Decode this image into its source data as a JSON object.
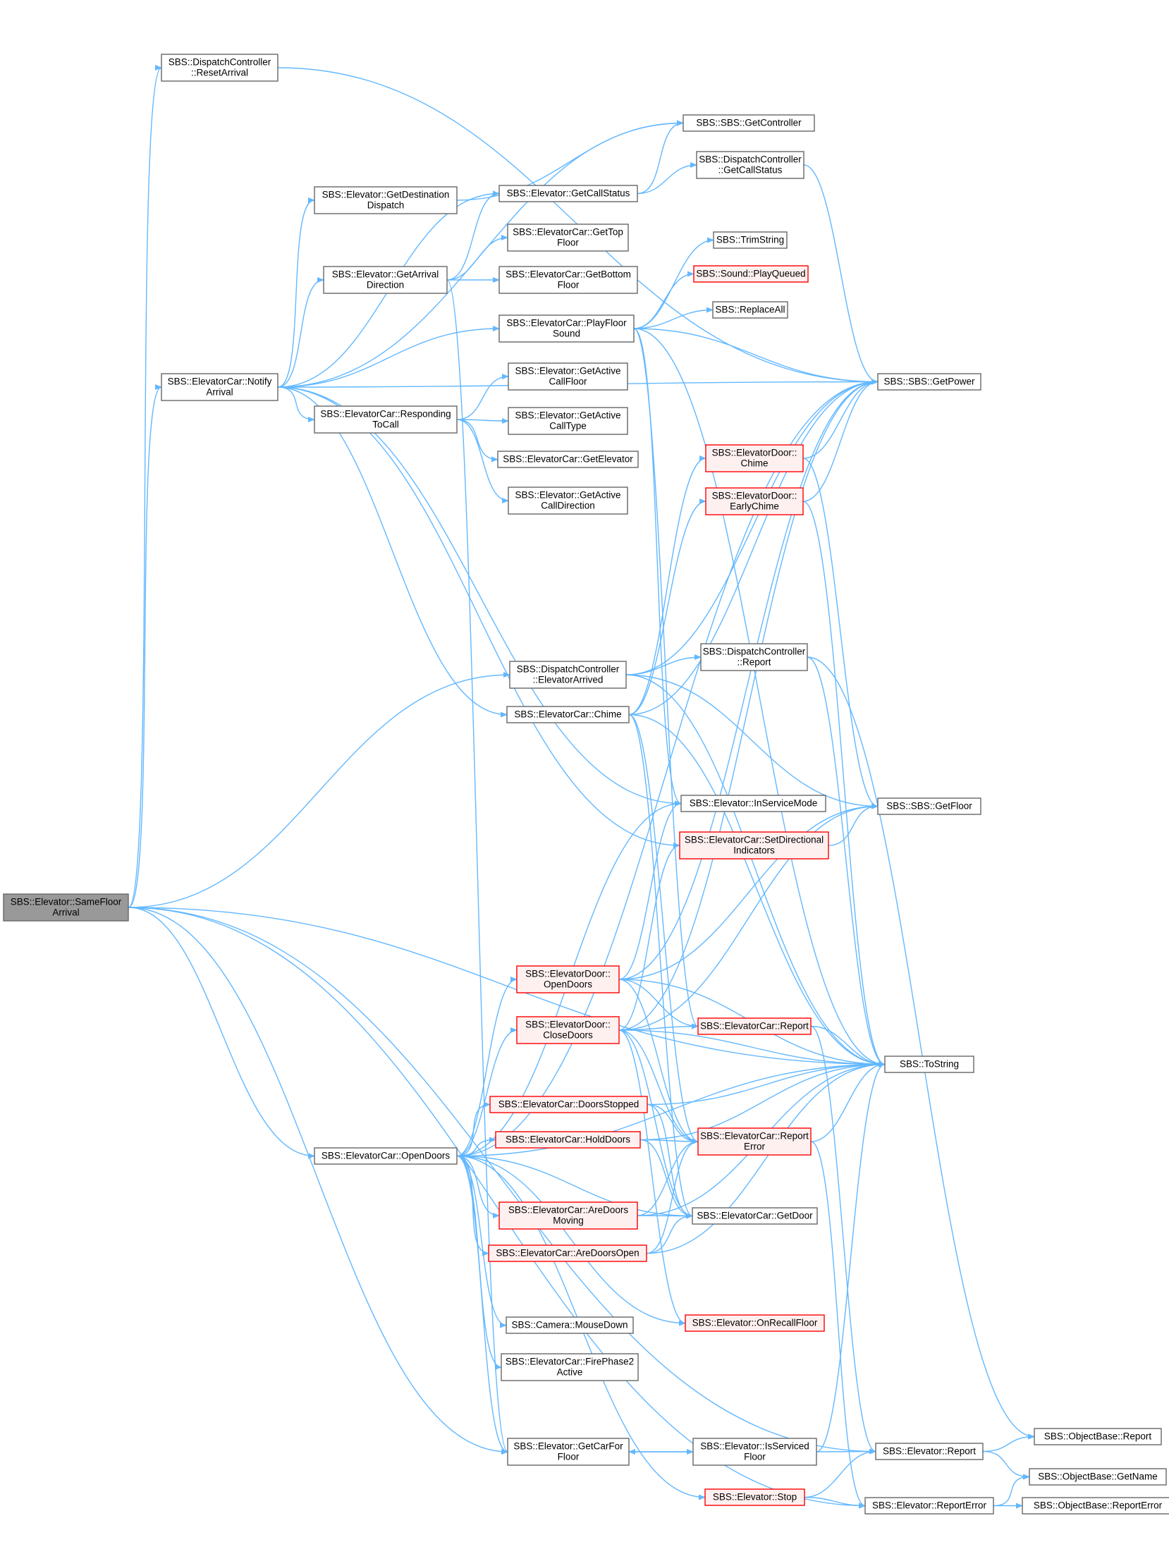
{
  "graph": {
    "edge_color": "#63b8ff",
    "styles": {
      "root": {
        "fill": "#999999",
        "stroke": "#666666"
      },
      "normal": {
        "fill": "#ffffff",
        "stroke": "#666666"
      },
      "red": {
        "fill": "#fff0f0",
        "stroke": "#ff0000"
      }
    },
    "nodes": [
      {
        "id": "root",
        "lines": [
          "SBS::Elevator::SameFloor",
          "Arrival"
        ],
        "style": "root"
      },
      {
        "id": "resetarr",
        "lines": [
          "SBS::DispatchController",
          "::ResetArrival"
        ],
        "style": "normal"
      },
      {
        "id": "notify",
        "lines": [
          "SBS::ElevatorCar::Notify",
          "Arrival"
        ],
        "style": "normal"
      },
      {
        "id": "opendoorsCar",
        "lines": [
          "SBS::ElevatorCar::OpenDoors"
        ],
        "style": "normal"
      },
      {
        "id": "getdestdisp",
        "lines": [
          "SBS::Elevator::GetDestination",
          "Dispatch"
        ],
        "style": "normal"
      },
      {
        "id": "getarrdir",
        "lines": [
          "SBS::Elevator::GetArrival",
          "Direction"
        ],
        "style": "normal"
      },
      {
        "id": "respcall",
        "lines": [
          "SBS::ElevatorCar::Responding",
          "ToCall"
        ],
        "style": "normal"
      },
      {
        "id": "getcallstatus",
        "lines": [
          "SBS::Elevator::GetCallStatus"
        ],
        "style": "normal"
      },
      {
        "id": "gettopfloor",
        "lines": [
          "SBS::ElevatorCar::GetTop",
          "Floor"
        ],
        "style": "normal"
      },
      {
        "id": "getbottomfloor",
        "lines": [
          "SBS::ElevatorCar::GetBottom",
          "Floor"
        ],
        "style": "normal"
      },
      {
        "id": "playfloorsound",
        "lines": [
          "SBS::ElevatorCar::PlayFloor",
          "Sound"
        ],
        "style": "normal"
      },
      {
        "id": "getactivecallfloor",
        "lines": [
          "SBS::Elevator::GetActive",
          "CallFloor"
        ],
        "style": "normal"
      },
      {
        "id": "getactivecalltype",
        "lines": [
          "SBS::Elevator::GetActive",
          "CallType"
        ],
        "style": "normal"
      },
      {
        "id": "getelevator",
        "lines": [
          "SBS::ElevatorCar::GetElevator"
        ],
        "style": "normal"
      },
      {
        "id": "getactivecalldir",
        "lines": [
          "SBS::Elevator::GetActive",
          "CallDirection"
        ],
        "style": "normal"
      },
      {
        "id": "elevarrived",
        "lines": [
          "SBS::DispatchController",
          "::ElevatorArrived"
        ],
        "style": "normal"
      },
      {
        "id": "carchime",
        "lines": [
          "SBS::ElevatorCar::Chime"
        ],
        "style": "normal"
      },
      {
        "id": "dooropendoors",
        "lines": [
          "SBS::ElevatorDoor::",
          "OpenDoors"
        ],
        "style": "red"
      },
      {
        "id": "doorclosedoors",
        "lines": [
          "SBS::ElevatorDoor::",
          "CloseDoors"
        ],
        "style": "red"
      },
      {
        "id": "doorsstopped",
        "lines": [
          "SBS::ElevatorCar::DoorsStopped"
        ],
        "style": "red"
      },
      {
        "id": "holddoors",
        "lines": [
          "SBS::ElevatorCar::HoldDoors"
        ],
        "style": "red"
      },
      {
        "id": "aredoorsmoving",
        "lines": [
          "SBS::ElevatorCar::AreDoors",
          "Moving"
        ],
        "style": "red"
      },
      {
        "id": "aredoorsopen",
        "lines": [
          "SBS::ElevatorCar::AreDoorsOpen"
        ],
        "style": "red"
      },
      {
        "id": "mousedown",
        "lines": [
          "SBS::Camera::MouseDown"
        ],
        "style": "normal"
      },
      {
        "id": "firephase2",
        "lines": [
          "SBS::ElevatorCar::FirePhase2",
          "Active"
        ],
        "style": "normal"
      },
      {
        "id": "getcarforfloor",
        "lines": [
          "SBS::Elevator::GetCarFor",
          "Floor"
        ],
        "style": "normal"
      },
      {
        "id": "getcontroller",
        "lines": [
          "SBS::SBS::GetController"
        ],
        "style": "normal"
      },
      {
        "id": "dcgetcallstatus",
        "lines": [
          "SBS::DispatchController",
          "::GetCallStatus"
        ],
        "style": "normal"
      },
      {
        "id": "trimstring",
        "lines": [
          "SBS::TrimString"
        ],
        "style": "normal"
      },
      {
        "id": "playqueued",
        "lines": [
          "SBS::Sound::PlayQueued"
        ],
        "style": "red"
      },
      {
        "id": "replaceall",
        "lines": [
          "SBS::ReplaceAll"
        ],
        "style": "normal"
      },
      {
        "id": "doorchime",
        "lines": [
          "SBS::ElevatorDoor::",
          "Chime"
        ],
        "style": "red"
      },
      {
        "id": "doorearlychime",
        "lines": [
          "SBS::ElevatorDoor::",
          "EarlyChime"
        ],
        "style": "red"
      },
      {
        "id": "dcreport",
        "lines": [
          "SBS::DispatchController",
          "::Report"
        ],
        "style": "normal"
      },
      {
        "id": "inservicemode",
        "lines": [
          "SBS::Elevator::InServiceMode"
        ],
        "style": "normal"
      },
      {
        "id": "setdirind",
        "lines": [
          "SBS::ElevatorCar::SetDirectional",
          "Indicators"
        ],
        "style": "red"
      },
      {
        "id": "carreport",
        "lines": [
          "SBS::ElevatorCar::Report"
        ],
        "style": "red"
      },
      {
        "id": "carreporterror",
        "lines": [
          "SBS::ElevatorCar::Report",
          "Error"
        ],
        "style": "red"
      },
      {
        "id": "getdoor",
        "lines": [
          "SBS::ElevatorCar::GetDoor"
        ],
        "style": "normal"
      },
      {
        "id": "onrecallfloor",
        "lines": [
          "SBS::Elevator::OnRecallFloor"
        ],
        "style": "red"
      },
      {
        "id": "isservicedfloor",
        "lines": [
          "SBS::Elevator::IsServiced",
          "Floor"
        ],
        "style": "normal"
      },
      {
        "id": "elevstop",
        "lines": [
          "SBS::Elevator::Stop"
        ],
        "style": "red"
      },
      {
        "id": "getpower",
        "lines": [
          "SBS::SBS::GetPower"
        ],
        "style": "normal"
      },
      {
        "id": "getfloor",
        "lines": [
          "SBS::SBS::GetFloor"
        ],
        "style": "normal"
      },
      {
        "id": "tostring",
        "lines": [
          "SBS::ToString"
        ],
        "style": "normal"
      },
      {
        "id": "elevreport",
        "lines": [
          "SBS::Elevator::Report"
        ],
        "style": "normal"
      },
      {
        "id": "elevreporterror",
        "lines": [
          "SBS::Elevator::ReportError"
        ],
        "style": "normal"
      },
      {
        "id": "obreport",
        "lines": [
          "SBS::ObjectBase::Report"
        ],
        "style": "normal"
      },
      {
        "id": "obgetname",
        "lines": [
          "SBS::ObjectBase::GetName"
        ],
        "style": "normal"
      },
      {
        "id": "obreporterror",
        "lines": [
          "SBS::ObjectBase::ReportError"
        ],
        "style": "normal"
      }
    ],
    "edges": [
      [
        "root",
        "resetarr"
      ],
      [
        "root",
        "notify"
      ],
      [
        "root",
        "opendoorsCar"
      ],
      [
        "root",
        "elevarrived"
      ],
      [
        "root",
        "tostring"
      ],
      [
        "root",
        "getcarforfloor"
      ],
      [
        "root",
        "elevreport"
      ],
      [
        "root",
        "elevreporterror"
      ],
      [
        "resetarr",
        "getpower"
      ],
      [
        "notify",
        "getdestdisp"
      ],
      [
        "notify",
        "getarrdir"
      ],
      [
        "notify",
        "respcall"
      ],
      [
        "notify",
        "playfloorsound"
      ],
      [
        "notify",
        "getcontroller"
      ],
      [
        "notify",
        "getpower"
      ],
      [
        "notify",
        "getcallstatus"
      ],
      [
        "notify",
        "carchime"
      ],
      [
        "notify",
        "inservicemode"
      ],
      [
        "notify",
        "setdirind"
      ],
      [
        "getdestdisp",
        "getcontroller"
      ],
      [
        "getarrdir",
        "getcallstatus"
      ],
      [
        "getarrdir",
        "gettopfloor"
      ],
      [
        "getarrdir",
        "getbottomfloor"
      ],
      [
        "getarrdir",
        "getcarforfloor"
      ],
      [
        "getcallstatus",
        "getcontroller"
      ],
      [
        "getcallstatus",
        "dcgetcallstatus"
      ],
      [
        "dcgetcallstatus",
        "getpower"
      ],
      [
        "respcall",
        "getactivecallfloor"
      ],
      [
        "respcall",
        "getactivecalltype"
      ],
      [
        "respcall",
        "getelevator"
      ],
      [
        "respcall",
        "getactivecalldir"
      ],
      [
        "playfloorsound",
        "trimstring"
      ],
      [
        "playfloorsound",
        "playqueued"
      ],
      [
        "playfloorsound",
        "replaceall"
      ],
      [
        "playfloorsound",
        "getpower"
      ],
      [
        "playfloorsound",
        "inservicemode"
      ],
      [
        "playfloorsound",
        "carreport"
      ],
      [
        "playfloorsound",
        "tostring"
      ],
      [
        "elevarrived",
        "dcreport"
      ],
      [
        "elevarrived",
        "getpower"
      ],
      [
        "elevarrived",
        "getfloor"
      ],
      [
        "elevarrived",
        "tostring"
      ],
      [
        "carchime",
        "doorchime"
      ],
      [
        "carchime",
        "doorearlychime"
      ],
      [
        "carchime",
        "getpower"
      ],
      [
        "carchime",
        "tostring"
      ],
      [
        "carchime",
        "carreporterror"
      ],
      [
        "carchime",
        "getdoor"
      ],
      [
        "doorchime",
        "getpower"
      ],
      [
        "doorchime",
        "getfloor"
      ],
      [
        "doorearlychime",
        "getpower"
      ],
      [
        "doorearlychime",
        "tostring"
      ],
      [
        "dcreport",
        "tostring"
      ],
      [
        "dcreport",
        "obreport"
      ],
      [
        "setdirind",
        "getfloor"
      ],
      [
        "opendoorsCar",
        "dooropendoors"
      ],
      [
        "opendoorsCar",
        "doorclosedoors"
      ],
      [
        "opendoorsCar",
        "doorsstopped"
      ],
      [
        "opendoorsCar",
        "holddoors"
      ],
      [
        "opendoorsCar",
        "aredoorsmoving"
      ],
      [
        "opendoorsCar",
        "aredoorsopen"
      ],
      [
        "opendoorsCar",
        "mousedown"
      ],
      [
        "opendoorsCar",
        "firephase2"
      ],
      [
        "opendoorsCar",
        "getcarforfloor"
      ],
      [
        "opendoorsCar",
        "getpower"
      ],
      [
        "opendoorsCar",
        "inservicemode"
      ],
      [
        "opendoorsCar",
        "tostring"
      ],
      [
        "opendoorsCar",
        "getdoor"
      ],
      [
        "opendoorsCar",
        "onrecallfloor"
      ],
      [
        "opendoorsCar",
        "elevstop"
      ],
      [
        "dooropendoors",
        "getpower"
      ],
      [
        "dooropendoors",
        "getfloor"
      ],
      [
        "dooropendoors",
        "tostring"
      ],
      [
        "dooropendoors",
        "carreport"
      ],
      [
        "dooropendoors",
        "carreporterror"
      ],
      [
        "dooropendoors",
        "inservicemode"
      ],
      [
        "doorclosedoors",
        "getpower"
      ],
      [
        "doorclosedoors",
        "getfloor"
      ],
      [
        "doorclosedoors",
        "tostring"
      ],
      [
        "doorclosedoors",
        "carreport"
      ],
      [
        "doorclosedoors",
        "carreporterror"
      ],
      [
        "doorclosedoors",
        "getdoor"
      ],
      [
        "doorclosedoors",
        "setdirind"
      ],
      [
        "doorclosedoors",
        "onrecallfloor"
      ],
      [
        "doorsstopped",
        "tostring"
      ],
      [
        "doorsstopped",
        "carreporterror"
      ],
      [
        "doorsstopped",
        "getdoor"
      ],
      [
        "holddoors",
        "carreporterror"
      ],
      [
        "holddoors",
        "tostring"
      ],
      [
        "holddoors",
        "getdoor"
      ],
      [
        "aredoorsmoving",
        "carreporterror"
      ],
      [
        "aredoorsmoving",
        "getdoor"
      ],
      [
        "aredoorsmoving",
        "tostring"
      ],
      [
        "aredoorsopen",
        "carreporterror"
      ],
      [
        "aredoorsopen",
        "getdoor"
      ],
      [
        "aredoorsopen",
        "tostring"
      ],
      [
        "carreport",
        "tostring"
      ],
      [
        "carreport",
        "elevreport"
      ],
      [
        "carreporterror",
        "tostring"
      ],
      [
        "carreporterror",
        "elevreporterror"
      ],
      [
        "getcarforfloor",
        "isservicedfloor"
      ],
      [
        "isservicedfloor",
        "getcarforfloor"
      ],
      [
        "isservicedfloor",
        "elevreport"
      ],
      [
        "isservicedfloor",
        "tostring"
      ],
      [
        "elevstop",
        "elevreport"
      ],
      [
        "elevstop",
        "elevreporterror"
      ],
      [
        "elevreport",
        "obreport"
      ],
      [
        "elevreport",
        "obgetname"
      ],
      [
        "elevreporterror",
        "obgetname"
      ],
      [
        "elevreporterror",
        "obreporterror"
      ]
    ]
  }
}
